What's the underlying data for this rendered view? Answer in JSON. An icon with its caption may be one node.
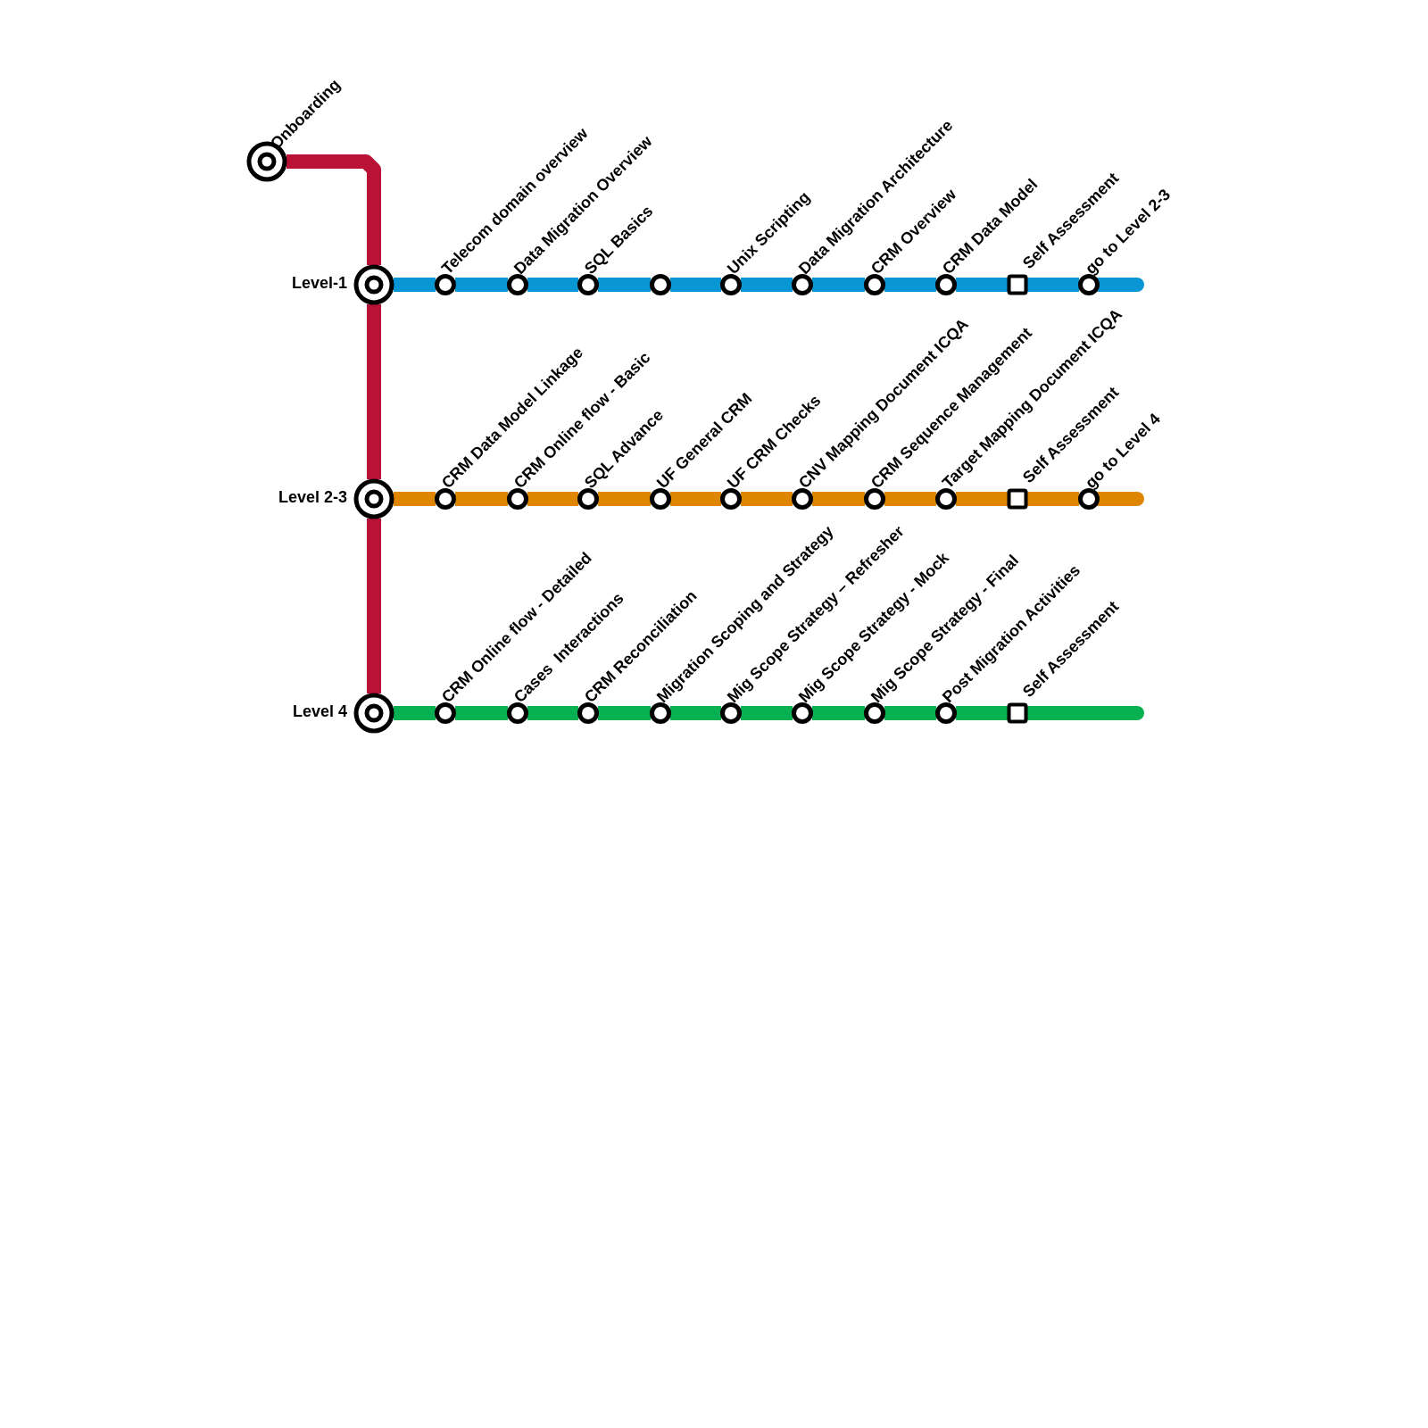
{
  "diagram": {
    "nodes": [
      {
        "text": [
          "Onboarding"
        ]
      },
      {
        "text": [
          "Level-1"
        ]
      },
      {
        "text": [
          "Telecom domain overview"
        ]
      },
      {
        "text": [
          "Data Migration Overview"
        ]
      },
      {
        "text": [
          "SQL Basics"
        ]
      },
      {
        "text": [],
        "shape": "circle"
      },
      {
        "text": [
          "Unix Scripting"
        ]
      },
      {
        "text": [
          "Data Migration Architecture"
        ]
      },
      {
        "text": [
          "CRM Overview"
        ]
      },
      {
        "text": [
          "CRM Data Model"
        ]
      },
      {
        "text": [
          "Self Assessment"
        ]
      },
      {
        "text": [
          "go to Level 2-3"
        ]
      },
      {
        "text": [
          "Level 2-3"
        ]
      },
      {
        "text": [
          "CRM Data Model Linkage"
        ]
      },
      {
        "text": [
          "CRM Online flow - Basic"
        ]
      },
      {
        "text": [
          "SQL Advance"
        ]
      },
      {
        "text": [
          "UF General CRM"
        ]
      },
      {
        "text": [
          "UF CRM Checks"
        ]
      },
      {
        "text": [
          "CNV Mapping Document ICQA"
        ]
      },
      {
        "text": [
          "CRM Sequence Management"
        ]
      },
      {
        "text": [
          "Target Mapping Document ICQA"
        ]
      },
      {
        "text": [
          "Self Assessment"
        ]
      },
      {
        "text": [
          "go to Level 4"
        ]
      },
      {
        "text": [
          "Level 4"
        ]
      },
      {
        "text": [
          "CRM Online flow - Detailed"
        ]
      },
      {
        "text": [
          "Cases  Interactions"
        ]
      },
      {
        "text": [
          "CRM Reconciliation"
        ]
      },
      {
        "text": [
          "Migration Scoping and Strategy"
        ]
      },
      {
        "text": [
          "Mig Scope Strategy – Refresher"
        ]
      },
      {
        "text": [
          "Mig Scope Strategy - Mock"
        ]
      },
      {
        "text": [
          "Mig Scope Strategy - Final"
        ]
      },
      {
        "text": [
          "Post Migration Activities"
        ]
      },
      {
        "text": [
          "Self Assessment"
        ]
      }
    ],
    "edges": [
      {
        "from": 0,
        "to": 1,
        "arrow": "none",
        "color": "#ba1237"
      },
      {
        "from": 1,
        "to": 12,
        "arrow": "none",
        "color": "#ba1237"
      },
      {
        "from": 12,
        "to": 23,
        "arrow": "none",
        "color": "#ba1237"
      },
      {
        "from": 1,
        "to": 2,
        "arrow": "none",
        "color": "#0896d5"
      },
      {
        "from": 2,
        "to": 3,
        "arrow": "none",
        "color": "#0896d5"
      },
      {
        "from": 3,
        "to": 4,
        "arrow": "none",
        "color": "#0896d5"
      },
      {
        "from": 4,
        "to": 5,
        "arrow": "none",
        "color": "#0896d5"
      },
      {
        "from": 5,
        "to": 6,
        "arrow": "none",
        "color": "#0896d5"
      },
      {
        "from": 6,
        "to": 7,
        "arrow": "none",
        "color": "#0896d5"
      },
      {
        "from": 7,
        "to": 8,
        "arrow": "none",
        "color": "#0896d5"
      },
      {
        "from": 8,
        "to": 9,
        "arrow": "none",
        "color": "#0896d5"
      },
      {
        "from": 9,
        "to": 10,
        "arrow": "none",
        "color": "#0896d5"
      },
      {
        "from": 10,
        "to": 11,
        "arrow": "none",
        "color": "#0896d5"
      },
      {
        "from": 11,
        "to": null,
        "arrow": "none",
        "color": "#0896d5"
      },
      {
        "from": 12,
        "to": 13,
        "arrow": "none",
        "color": "#de8600"
      },
      {
        "from": 13,
        "to": 14,
        "arrow": "none",
        "color": "#de8600"
      },
      {
        "from": 14,
        "to": 15,
        "arrow": "none",
        "color": "#de8600"
      },
      {
        "from": 15,
        "to": 16,
        "arrow": "none",
        "color": "#de8600"
      },
      {
        "from": 16,
        "to": 17,
        "arrow": "none",
        "color": "#de8600"
      },
      {
        "from": 17,
        "to": 18,
        "arrow": "none",
        "color": "#de8600"
      },
      {
        "from": 18,
        "to": 19,
        "arrow": "none",
        "color": "#de8600"
      },
      {
        "from": 19,
        "to": 20,
        "arrow": "none",
        "color": "#de8600"
      },
      {
        "from": 20,
        "to": 21,
        "arrow": "none",
        "color": "#de8600"
      },
      {
        "from": 21,
        "to": 22,
        "arrow": "none",
        "color": "#de8600"
      },
      {
        "from": 22,
        "to": null,
        "arrow": "none",
        "color": "#de8600"
      },
      {
        "from": 23,
        "to": 24,
        "arrow": "none",
        "color": "#07b152"
      },
      {
        "from": 24,
        "to": 25,
        "arrow": "none",
        "color": "#07b152"
      },
      {
        "from": 25,
        "to": 26,
        "arrow": "none",
        "color": "#07b152"
      },
      {
        "from": 26,
        "to": 27,
        "arrow": "none",
        "color": "#07b152"
      },
      {
        "from": 27,
        "to": 28,
        "arrow": "none",
        "color": "#07b152"
      },
      {
        "from": 28,
        "to": 29,
        "arrow": "none",
        "color": "#07b152"
      },
      {
        "from": 29,
        "to": 30,
        "arrow": "none",
        "color": "#07b152"
      },
      {
        "from": 30,
        "to": 31,
        "arrow": "none",
        "color": "#07b152"
      },
      {
        "from": 31,
        "to": 32,
        "arrow": "none",
        "color": "#07b152"
      },
      {
        "from": 32,
        "to": null,
        "arrow": "none",
        "color": "#07b152"
      }
    ]
  }
}
